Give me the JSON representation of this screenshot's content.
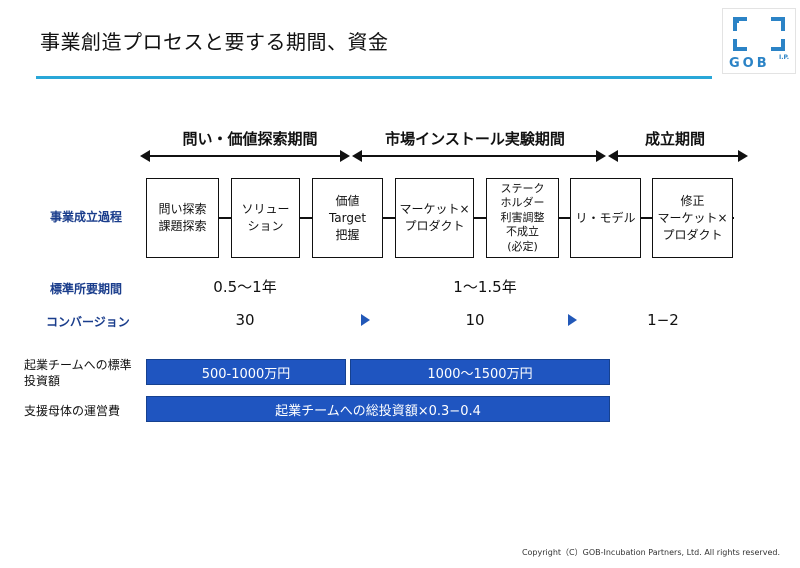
{
  "header": {
    "title": "事業創造プロセスと要する期間、資金",
    "logo_text": "GOB",
    "logo_sup": "I.P."
  },
  "phases": [
    {
      "label": "問い・価値探索期間"
    },
    {
      "label": "市場インストール実験期間"
    },
    {
      "label": "成立期間"
    }
  ],
  "row_labels": {
    "process": "事業成立過程",
    "duration": "標準所要期間",
    "conversion": "コンバージョン"
  },
  "stages": [
    {
      "label": "問い探索\n課題探索"
    },
    {
      "label": "ソリュー\nション"
    },
    {
      "label": "価値\nTarget\n把握"
    },
    {
      "label": "マーケット×\nプロダクト"
    },
    {
      "label": "ステーク\nホルダー\n利害調整\n不成立\n(必定)"
    },
    {
      "label": "リ・モデル"
    },
    {
      "label": "修正\nマーケット×\nプロダクト"
    }
  ],
  "durations": {
    "first": "0.5〜1年",
    "second": "1〜1.5年"
  },
  "conversions": {
    "first": "30",
    "second": "10",
    "third": "1−2"
  },
  "funding": {
    "team_label": "起業チームへの標準\n投資額",
    "team_bar_1": "500-1000万円",
    "team_bar_2": "1000〜1500万円",
    "parent_label": "支援母体の運営費",
    "parent_bar": "起業チームへの総投資額×0.3−0.4"
  },
  "footer": {
    "copyright": "Copyright（C）GOB-Incubation Partners, Ltd. All rights reserved."
  },
  "colors": {
    "accent_rule": "#29a7d8",
    "bar_fill": "#1f55c0",
    "row_label": "#1a3d8c",
    "logo": "#2b83c6"
  }
}
